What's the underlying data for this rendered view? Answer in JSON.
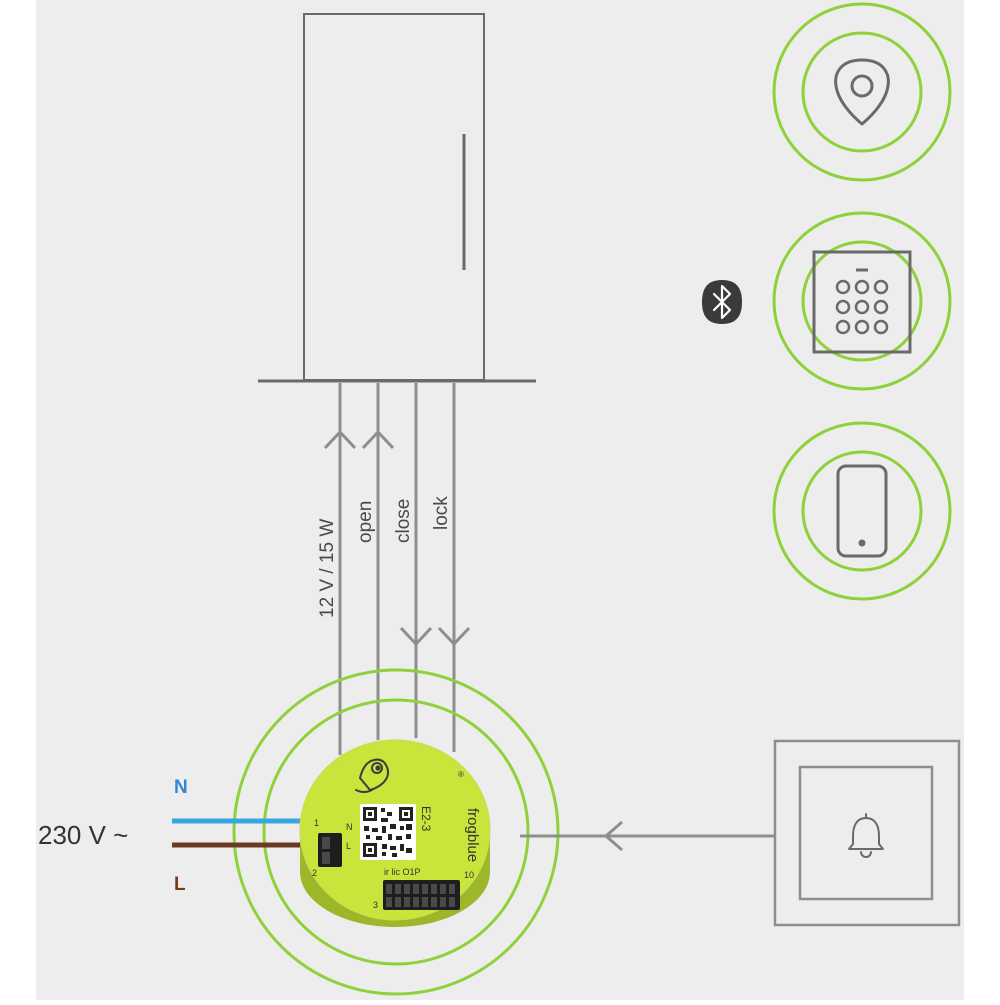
{
  "colors": {
    "background": "#ededed",
    "margin": "#ffffff",
    "line": "#8e8e8e",
    "door": "#6a6a6a",
    "ring": "#8ed13a",
    "module": "#c9e43a",
    "neutral_wire": "#3aa6df",
    "live_wire": "#6b3a22",
    "neutral_label": "#2e88d6",
    "live_label": "#7a3a1e",
    "text": "#4a4a4a"
  },
  "wires": {
    "power": "12 V / 15 W",
    "open": "open",
    "close": "close",
    "lock": "lock"
  },
  "supply": {
    "voltage": "230 V ~",
    "neutral": "N",
    "live": "L"
  },
  "module": {
    "brand": "frogblue",
    "trademark": "®",
    "model": "E2-3",
    "pin_1": "1",
    "pin_2": "2",
    "pin_3": "3",
    "pin_10": "10",
    "label_n": "N",
    "label_l": "L",
    "terminal_labels": "ir  lic  O1P"
  },
  "icons": {
    "key_fob": "key-fob-icon",
    "keypad": "keypad-icon",
    "smartphone": "smartphone-icon",
    "bluetooth": "bluetooth-icon",
    "bell": "bell-icon",
    "frog": "frog-logo-icon",
    "qr": "qr-code-icon"
  }
}
